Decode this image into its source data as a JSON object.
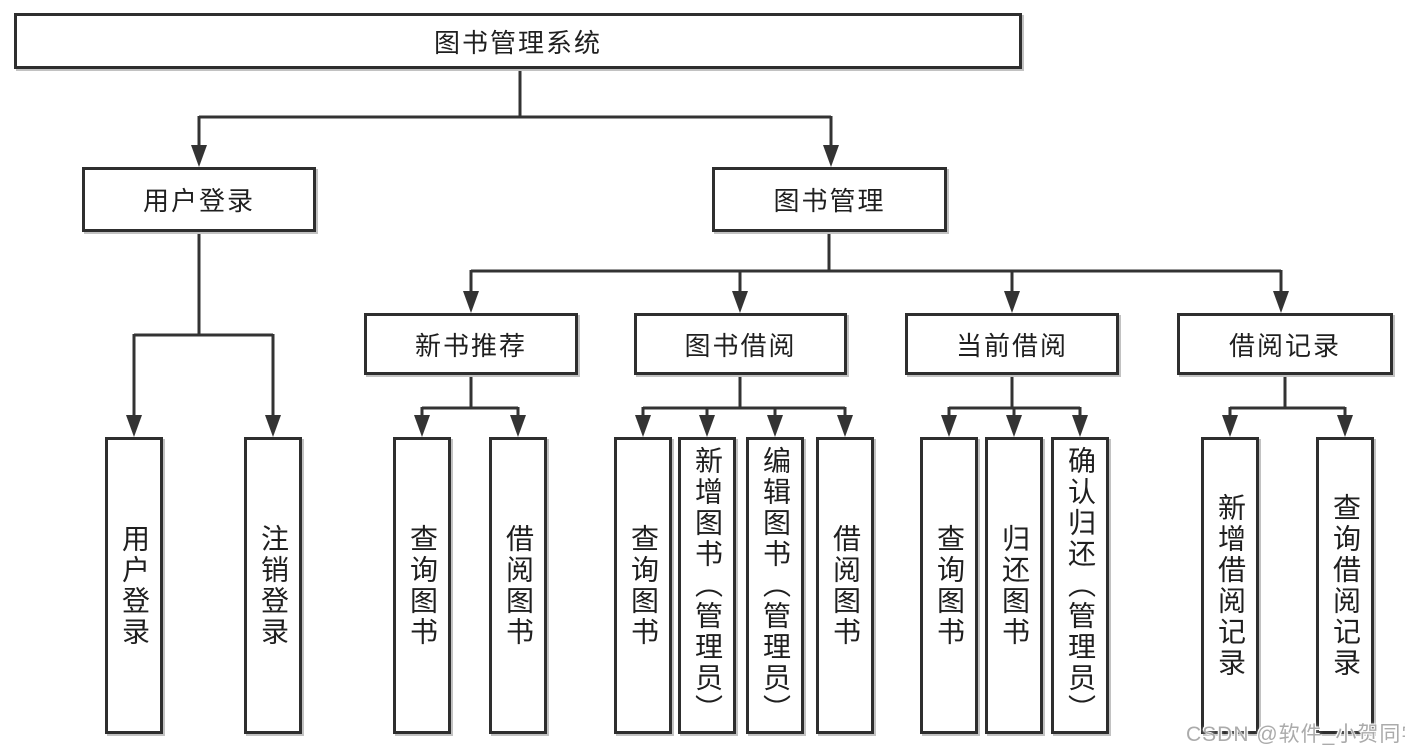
{
  "diagram": {
    "type": "hierarchy-tree",
    "tree": {
      "label": "图书管理系统",
      "children": [
        {
          "label": "用户登录",
          "children": [
            {
              "label": "用户登录"
            },
            {
              "label": "注销登录"
            }
          ]
        },
        {
          "label": "图书管理",
          "children": [
            {
              "label": "新书推荐",
              "children": [
                {
                  "label": "查询图书"
                },
                {
                  "label": "借阅图书"
                }
              ]
            },
            {
              "label": "图书借阅",
              "children": [
                {
                  "label": "查询图书"
                },
                {
                  "label": "新增图书（管理员）"
                },
                {
                  "label": "编辑图书（管理员）"
                },
                {
                  "label": "借阅图书"
                }
              ]
            },
            {
              "label": "当前借阅",
              "children": [
                {
                  "label": "查询图书"
                },
                {
                  "label": "归还图书"
                },
                {
                  "label": "确认归还（管理员）"
                }
              ]
            },
            {
              "label": "借阅记录",
              "children": [
                {
                  "label": "新增借阅记录"
                },
                {
                  "label": "查询借阅记录"
                }
              ]
            }
          ]
        }
      ]
    },
    "colors": {
      "line": "#333333",
      "box_border": "#2e2e2e",
      "text": "#1f1f1f",
      "background": "#ffffff",
      "watermark": "#ababab"
    }
  },
  "watermark": {
    "text": "CSDN @软件_小贺同学"
  }
}
